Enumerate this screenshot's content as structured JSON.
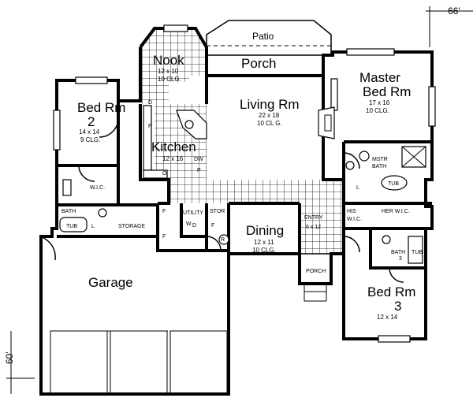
{
  "dimensions": {
    "width_label": "66'",
    "depth_label": "60'"
  },
  "outdoor": {
    "patio": "Patio",
    "porch_top": "Porch",
    "porch_front": "PORCH"
  },
  "rooms": {
    "nook": {
      "name": "Nook",
      "size": "12 x 10",
      "ceiling": "10 CLG."
    },
    "living": {
      "name": "Living Rm",
      "size": "22 x 18",
      "ceiling": "10 CL G."
    },
    "master": {
      "name1": "Master",
      "name2": "Bed Rm",
      "size": "17 x 16",
      "ceiling": "10 CLG."
    },
    "bed2": {
      "name1": "Bed Rm",
      "name2": "2",
      "size": "14 x 14",
      "ceiling": "9 CLG."
    },
    "kitchen": {
      "name": "Kitchen",
      "size": "12 x 16"
    },
    "dining": {
      "name": "Dining",
      "size": "12 x 11",
      "ceiling": "10 CLG."
    },
    "garage": {
      "name": "Garage"
    },
    "bed3": {
      "name1": "Bed Rm",
      "name2": "3",
      "size": "12 x 14"
    },
    "entry": {
      "name": "ENTRY",
      "size": "6 x 12"
    }
  },
  "labels": {
    "wic": "W.I.C.",
    "bath": "BATH",
    "tub": "TUB",
    "storage": "STORAGE",
    "stor": "STOR",
    "utility": "UTILITY",
    "mstr": "MSTR",
    "bath2": "BATH",
    "his": "HIS",
    "his_wic": "W.I.C.",
    "her_wic": "HER W.I.C.",
    "bath3": "BATH",
    "bath3_num": "3",
    "dw": "DW",
    "d": "D",
    "p": "P",
    "o": "O",
    "l": "L",
    "f": "F",
    "r": "R",
    "w": "W"
  }
}
